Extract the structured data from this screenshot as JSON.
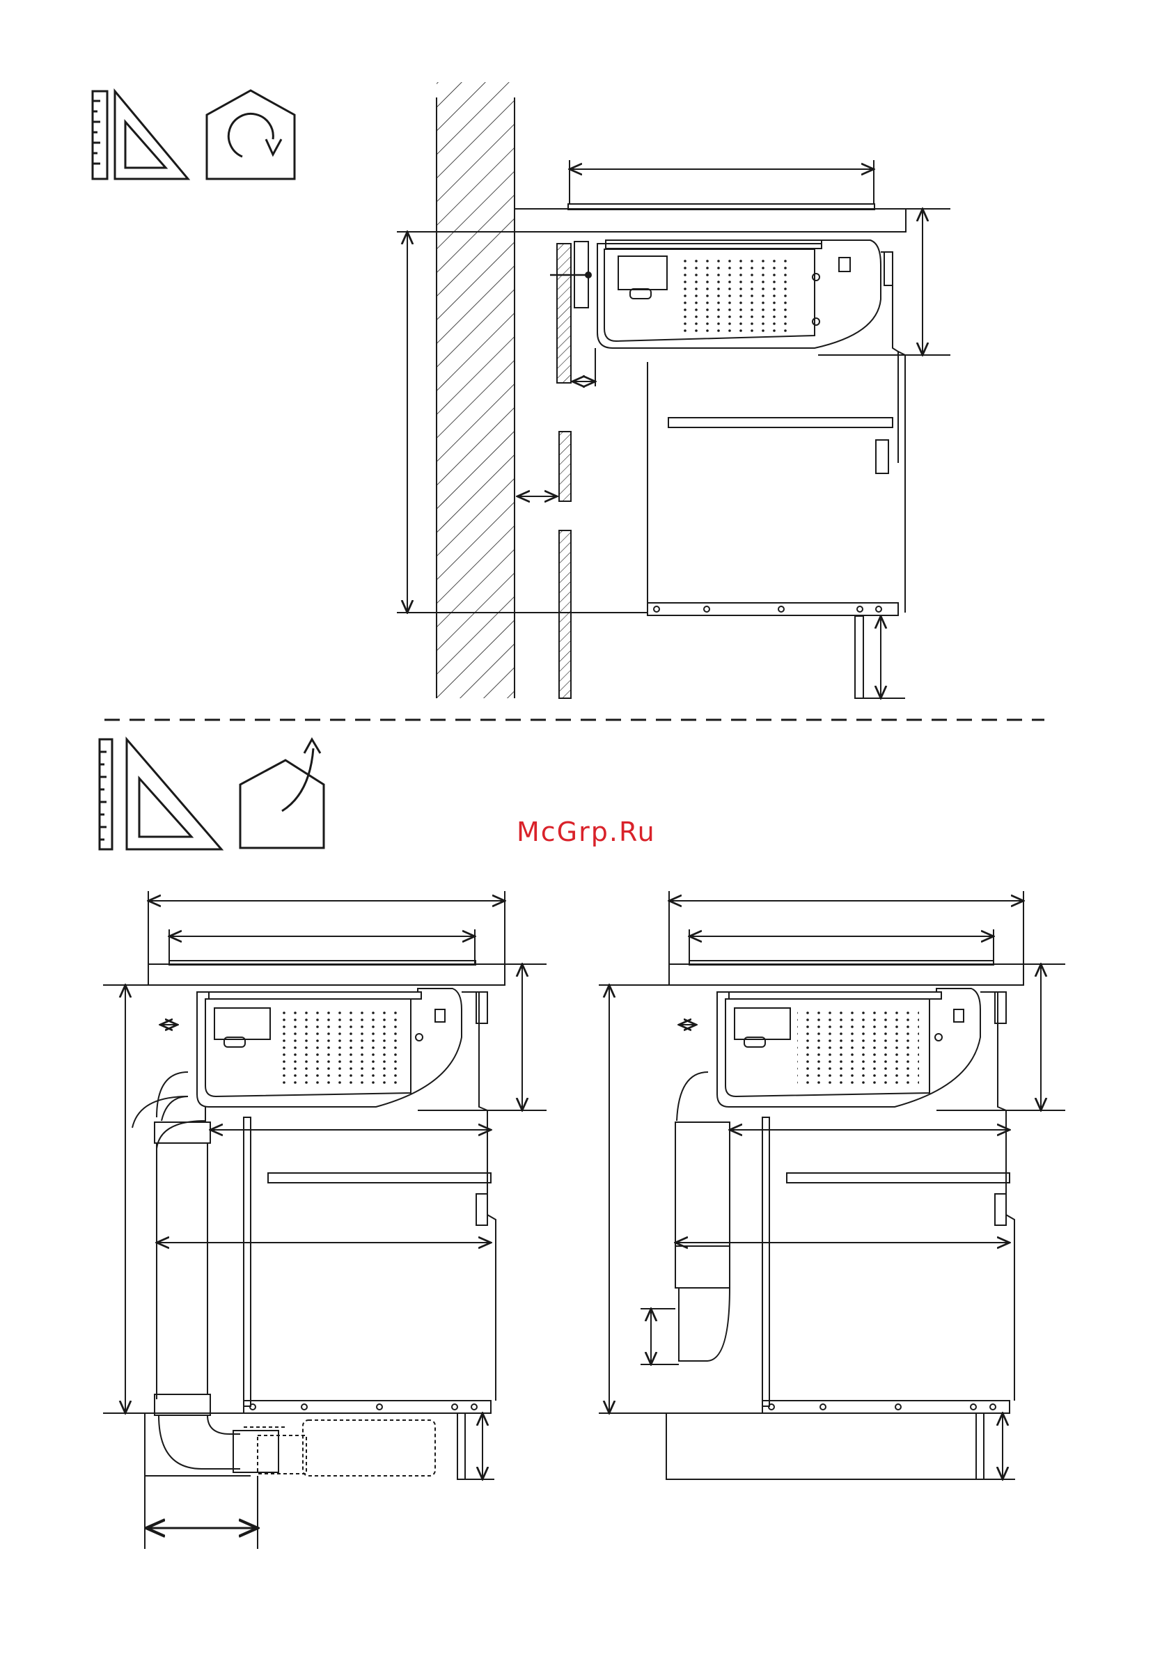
{
  "page": {
    "watermark": "McGrp.Ru"
  },
  "sections": [
    {
      "mode": "recirculation",
      "icons": [
        "ruler-icon",
        "set-square-icon",
        "recirculation-house-icon"
      ]
    },
    {
      "mode": "extraction",
      "icons": [
        "ruler-icon",
        "set-square-icon",
        "extraction-house-icon"
      ]
    }
  ],
  "colors": {
    "line": "#1a1a1a",
    "watermark": "#d9222a",
    "background": "#ffffff"
  }
}
